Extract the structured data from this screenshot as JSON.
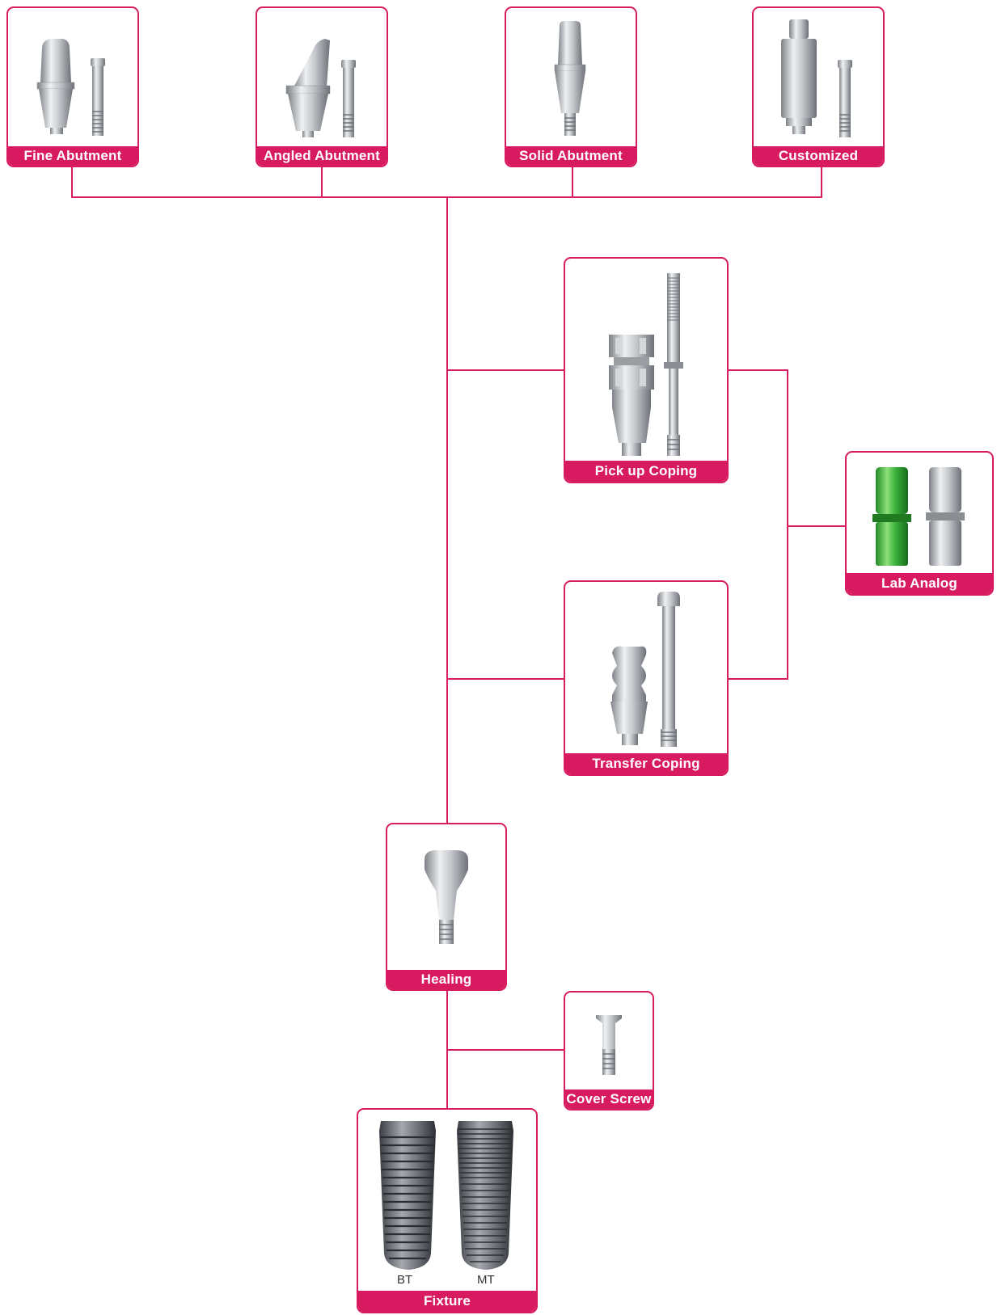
{
  "colors": {
    "accent": "#d81b60",
    "metal": "#b9bcc0",
    "analog_green": "#3db33d"
  },
  "components": {
    "fine_abutment": "Fine Abutment",
    "angled_abutment": "Angled Abutment",
    "solid_abutment": "Solid Abutment",
    "customized": "Customized",
    "pick_up_coping": "Pick up Coping",
    "lab_analog": "Lab Analog",
    "transfer_coping": "Transfer Coping",
    "healing_abutment": "Healing Abutment",
    "cover_screw": "Cover Screw",
    "fixture": "Fixture"
  },
  "fixture_types": {
    "bt": "BT",
    "mt": "MT"
  }
}
